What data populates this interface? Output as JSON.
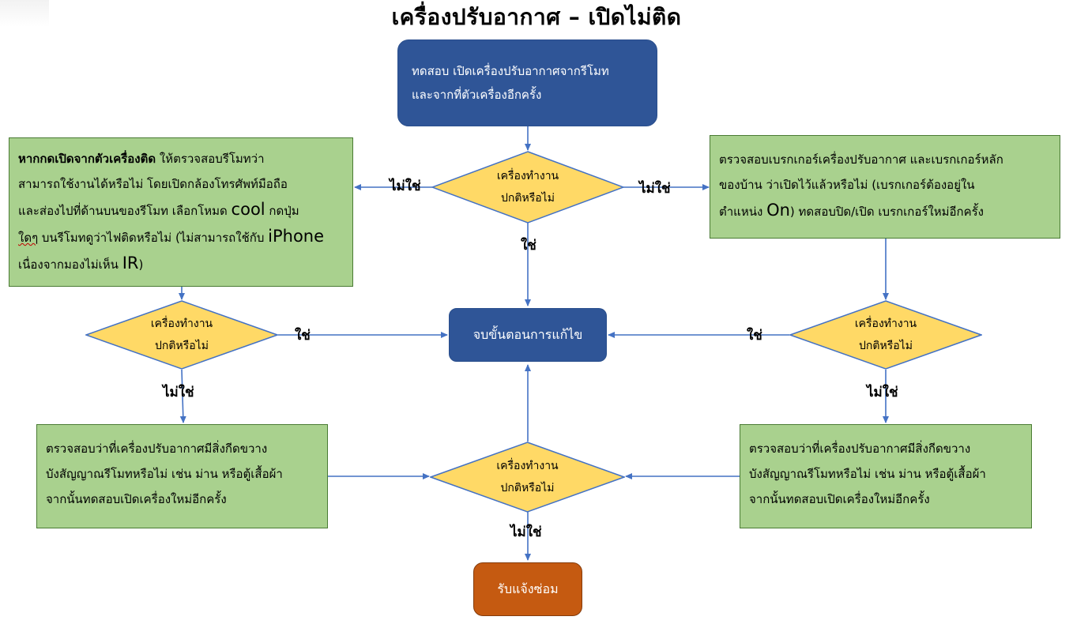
{
  "title": "เครื่องปรับอากาศ – เปิดไม่ติด",
  "start": {
    "line1": "ทดสอบ เปิดเครื่องปรับอากาศจากรีโมท",
    "line2": "และจากที่ตัวเครื่องอีกครั้ง"
  },
  "decision": {
    "line1": "เครื่องทำงาน",
    "line2": "ปกติหรือไม่"
  },
  "left_box": {
    "bold_lead": "หากกดเปิดจากตัวเครื่องติด",
    "t1": " ให้ตรวจสอบรีโมทว่า",
    "t2": "สามารถใช้งานได้หรือไม่ โดยเปิดกล้องโทรศัพท์มือถือ",
    "t3": "และส่องไปที่ด้านบนของรีโมท เลือกโหมด ",
    "t3_big": "cool",
    "t3_end": " กดปุ่ม",
    "t4_squiggle": "ใดๆ",
    "t4": " บนรีโมทดูว่าไฟติดหรือไม่ (ไม่สามารถใช้กับ ",
    "t4_big": "iPhone",
    "t5": "เนื่องจากมองไม่เห็น ",
    "t5_big": "IR",
    "t5_end": ")"
  },
  "right_box": {
    "t1": "ตรวจสอบเบรกเกอร์เครื่องปรับอากาศ และเบรกเกอร์หลัก",
    "t2": "ของบ้าน  ว่าเปิดไว้แล้วหรือไม่ (เบรกเกอร์ต้องอยู่ใน",
    "t3": "ตำแหน่ง ",
    "t3_big": "On",
    "t3_end": ") ทดสอบปิด/เปิด เบรกเกอร์ใหม่อีกครั้ง"
  },
  "obstacle_box": {
    "t1": "ตรวจสอบว่าที่เครื่องปรับอากาศมีสิ่งกีดขวาง",
    "t2": "บังสัญญาณรีโมทหรือไม่ เช่น ม่าน หรือตู้เสื้อผ้า",
    "t3": "จากนั้นทดสอบเปิดเครื่องใหม่อีกครั้ง"
  },
  "end_label": "จบขั้นตอนการแก้ไข",
  "repair_label": "รับแจ้งซ่อม",
  "labels": {
    "no": "ไม่ใช่",
    "yes": "ใช่"
  },
  "colors": {
    "blue": "#2f5597",
    "green": "#a9d18e",
    "yellow": "#ffd966",
    "orange": "#c55a11",
    "arrow": "#4472c4"
  }
}
